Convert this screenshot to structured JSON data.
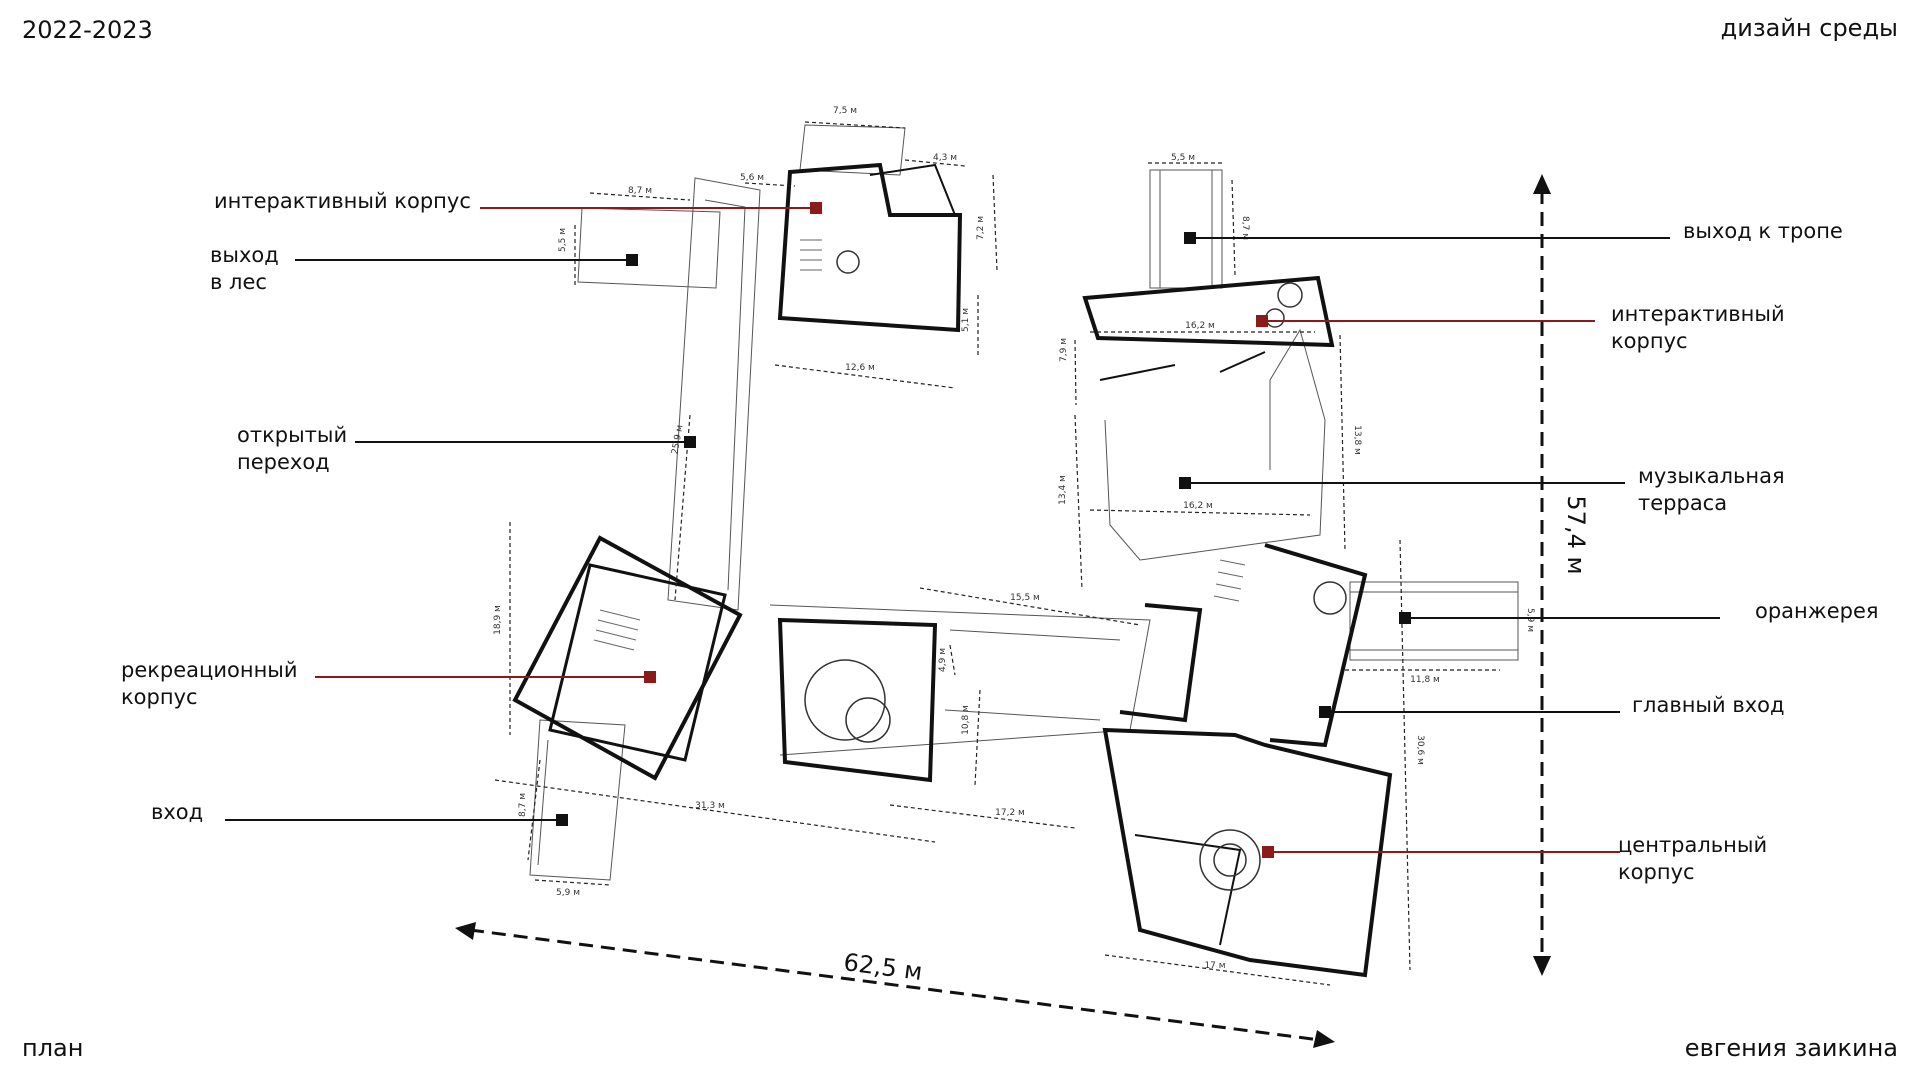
{
  "header": {
    "years": "2022-2023",
    "subject": "дизайн среды"
  },
  "footer": {
    "title": "план",
    "author": "евгения заикина"
  },
  "colors": {
    "accent": "#8b1a1a",
    "line": "#111111"
  },
  "labels": {
    "interactive_left": "интерактивный корпус",
    "forest_exit_1": "выход",
    "forest_exit_2": "в лес",
    "open_passage_1": "открытый",
    "open_passage_2": "переход",
    "recreation_1": "рекреационный",
    "recreation_2": "корпус",
    "entrance": "вход",
    "trail_exit": "выход к тропе",
    "interactive_right_1": "интерактивный",
    "interactive_right_2": "корпус",
    "music_terrace_1": "музыкальная",
    "music_terrace_2": "терраса",
    "greenhouse": "оранжерея",
    "main_entrance": "главный вход",
    "central_1": "центральный",
    "central_2": "корпус"
  },
  "dimensions": {
    "total_width": "62,5 м",
    "total_height": "57,4 м",
    "d_7_5": "7,5 м",
    "d_4_3": "4,3 м",
    "d_5_6": "5,6 м",
    "d_8_7a": "8,7 м",
    "d_5_5a": "5,5 м",
    "d_7_2": "7,2 м",
    "d_5_1": "5,1 м",
    "d_12_6": "12,6 м",
    "d_5_5b": "5,5 м",
    "d_8_7b": "8,7 м",
    "d_16_2a": "16,2 м",
    "d_7_9": "7,9 м",
    "d_13_8": "13,8 м",
    "d_13_4": "13,4 м",
    "d_16_2b": "16,2 м",
    "d_15_5": "15,5 м",
    "d_5_9a": "5,9 м",
    "d_11_8": "11,8 м",
    "d_18_9": "18,9 м",
    "d_10_8": "10,8 м",
    "d_4_9": "4,9 м",
    "d_30_6": "30,6 м",
    "d_31_3": "31,3 м",
    "d_17_2": "17,2 м",
    "d_8_7c": "8,7 м",
    "d_5_9b": "5,9 м",
    "d_17": "17 м",
    "d_25_9": "25,9 м"
  }
}
